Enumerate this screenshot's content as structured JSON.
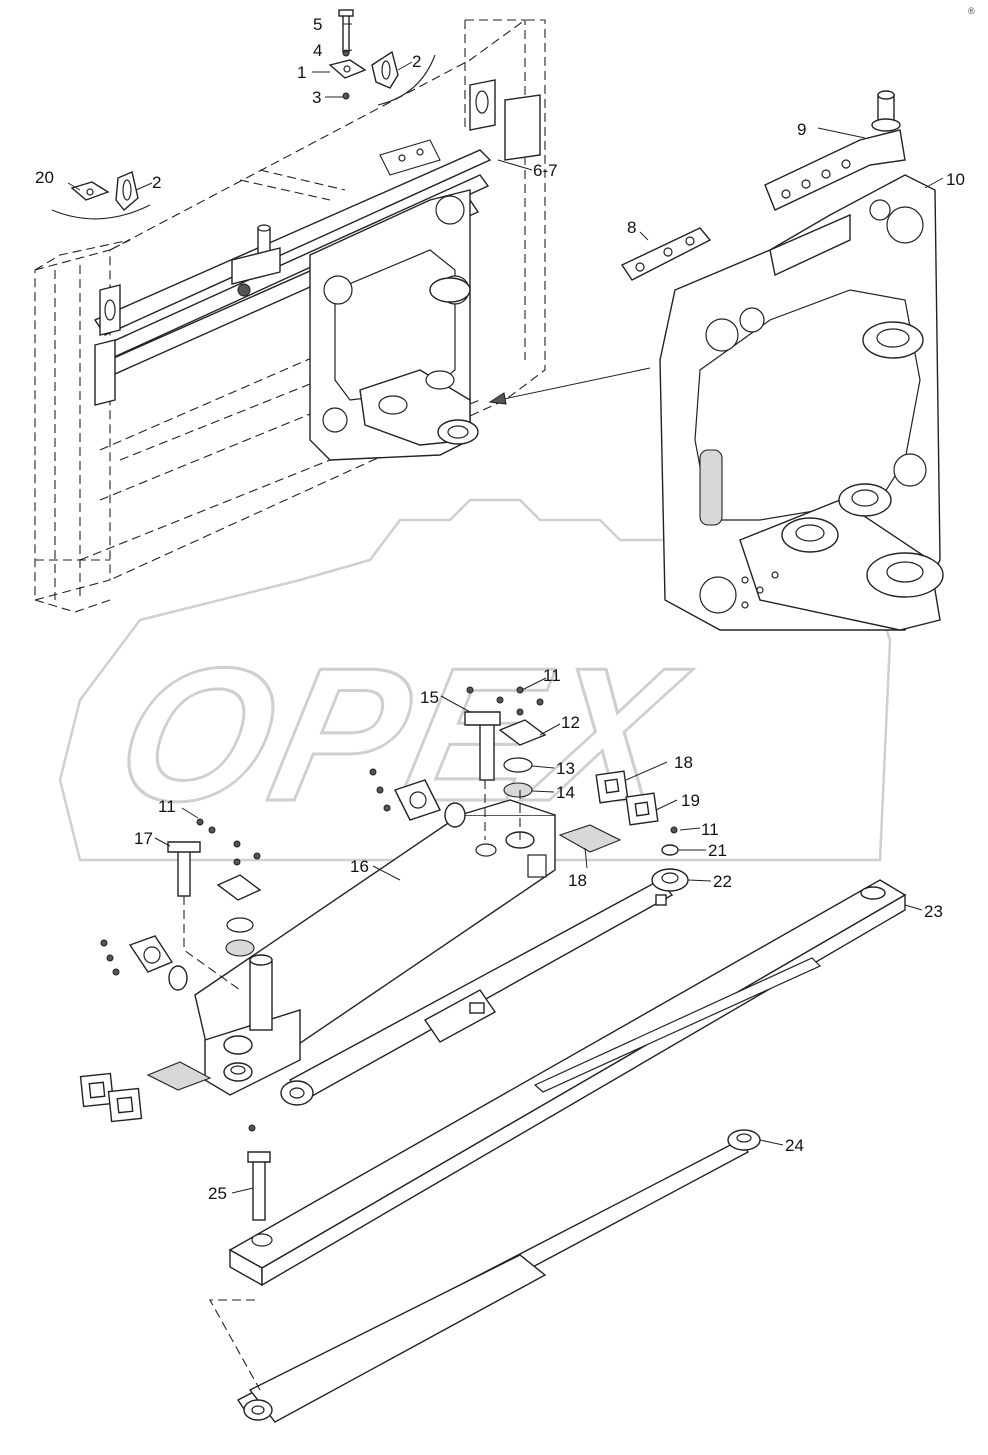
{
  "watermark": {
    "text": "OPEX"
  },
  "corner_mark": {
    "text": "®"
  },
  "callouts": [
    {
      "id": "c5",
      "text": "5"
    },
    {
      "id": "c4",
      "text": "4"
    },
    {
      "id": "c1",
      "text": "1"
    },
    {
      "id": "c3",
      "text": "3"
    },
    {
      "id": "c2a",
      "text": "2"
    },
    {
      "id": "c20",
      "text": "20"
    },
    {
      "id": "c2b",
      "text": "2"
    },
    {
      "id": "c67",
      "text": "6-7"
    },
    {
      "id": "c9",
      "text": "9"
    },
    {
      "id": "c10",
      "text": "10"
    },
    {
      "id": "c8",
      "text": "8"
    },
    {
      "id": "c11a",
      "text": "11"
    },
    {
      "id": "c15",
      "text": "15"
    },
    {
      "id": "c12",
      "text": "12"
    },
    {
      "id": "c13",
      "text": "13"
    },
    {
      "id": "c14",
      "text": "14"
    },
    {
      "id": "c18a",
      "text": "18"
    },
    {
      "id": "c19",
      "text": "19"
    },
    {
      "id": "c11b",
      "text": "11"
    },
    {
      "id": "c17",
      "text": "17"
    },
    {
      "id": "c16",
      "text": "16"
    },
    {
      "id": "c18b",
      "text": "18"
    },
    {
      "id": "c11c",
      "text": "11"
    },
    {
      "id": "c21",
      "text": "21"
    },
    {
      "id": "c22",
      "text": "22"
    },
    {
      "id": "c23",
      "text": "23"
    },
    {
      "id": "c24",
      "text": "24"
    },
    {
      "id": "c25",
      "text": "25"
    }
  ]
}
